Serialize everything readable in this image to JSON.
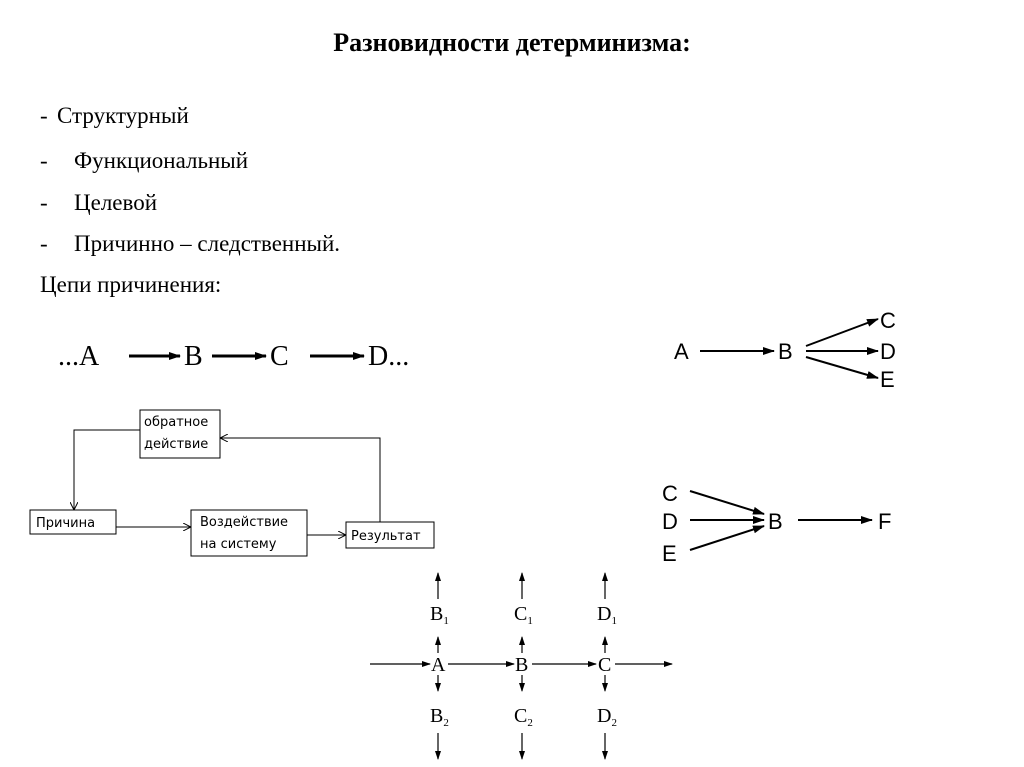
{
  "title": "Разновидности детерминизма:",
  "bullets": [
    {
      "dash": "-",
      "text": "Структурный"
    },
    {
      "dash": "-",
      "text": "Функциональный"
    },
    {
      "dash": "-",
      "text": "Целевой"
    },
    {
      "dash": "-",
      "text": "Причинно – следственный."
    }
  ],
  "chains_heading": "Цепи причинения:",
  "linear_chain": {
    "prefix": "...A",
    "n2": "B",
    "n3": "C",
    "suffix": "D..."
  },
  "diverging": {
    "source": "A",
    "hub": "B",
    "targets": [
      "C",
      "D",
      "E"
    ]
  },
  "converging": {
    "sources": [
      "C",
      "D",
      "E"
    ],
    "hub": "B",
    "target": "F"
  },
  "feedback_loop": {
    "feedback": [
      "обратное",
      "действие"
    ],
    "cause": "Причина",
    "impact": [
      "Воздействие",
      "на систему"
    ],
    "result": "Результат"
  },
  "network": {
    "main": [
      "A",
      "B",
      "C"
    ],
    "upper": [
      {
        "base": "B",
        "sub": "1"
      },
      {
        "base": "C",
        "sub": "1"
      },
      {
        "base": "D",
        "sub": "1"
      }
    ],
    "lower": [
      {
        "base": "B",
        "sub": "2"
      },
      {
        "base": "C",
        "sub": "2"
      },
      {
        "base": "D",
        "sub": "2"
      }
    ]
  }
}
